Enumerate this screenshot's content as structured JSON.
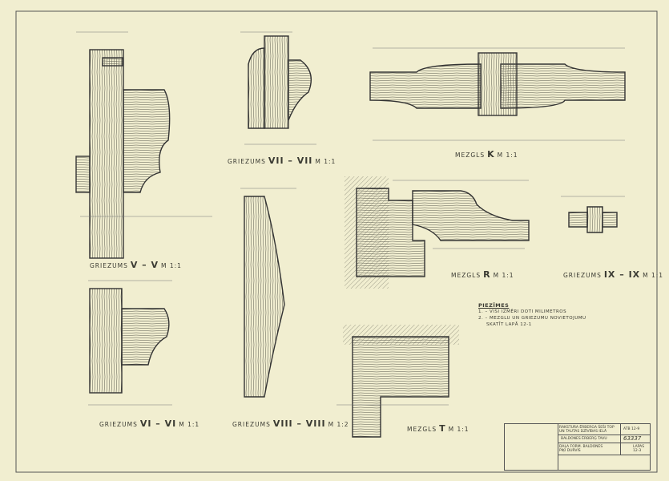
{
  "views": [
    {
      "id": "V-V",
      "prefix": "GRIEZUMS",
      "mark": "V – V",
      "scale": "M 1:1"
    },
    {
      "id": "VII-VII",
      "prefix": "GRIEZUMS",
      "mark": "VII – VII",
      "scale": "M 1:1"
    },
    {
      "id": "K",
      "prefix": "MEZGLS",
      "mark": "K",
      "scale": "M 1:1"
    },
    {
      "id": "R",
      "prefix": "MEZGLS",
      "mark": "R",
      "scale": "M 1:1"
    },
    {
      "id": "IX-IX",
      "prefix": "GRIEZUMS",
      "mark": "IX – IX",
      "scale": "M 1:1"
    },
    {
      "id": "VI-VI",
      "prefix": "GRIEZUMS",
      "mark": "VI – VI",
      "scale": "M 1:1"
    },
    {
      "id": "VIII-VIII",
      "prefix": "GRIEZUMS",
      "mark": "VIII – VIII",
      "scale": "M 1:2"
    },
    {
      "id": "T",
      "prefix": "MEZGLS",
      "mark": "T",
      "scale": "M 1:1"
    }
  ],
  "notes": {
    "heading": "PIEZĪMES",
    "items": [
      "1. – VISI IZMĒRI DOTI MILIMETROS",
      "2. – MEZGLU UN GRIEZUMU NOVIETOJUMU",
      "SKATĪT LAPĀ 12-1"
    ]
  },
  "title_block": {
    "project": "RAKSTURA ĒRBERGA ŠEŠI TOP",
    "project2": "UN TAUTAS DZĪVĪBAS IELĀ",
    "object": "BALDONES ĒRBERĢ TAVU",
    "sheet_title": "DAĻA FORM. BALDONES",
    "sheet_title2": "PIĶI DURVIS",
    "code": "ATB 12-9",
    "archive": "63337",
    "sheet_label": "LAPAS",
    "sheet_no": "12-3"
  }
}
